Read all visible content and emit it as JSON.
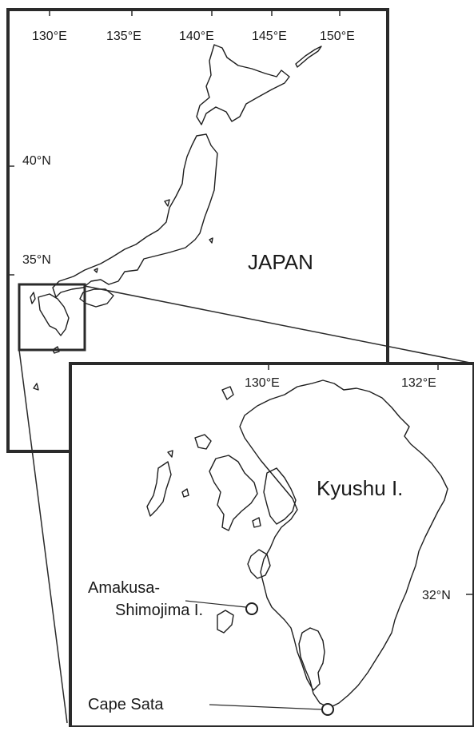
{
  "main_map": {
    "country_label": "JAPAN",
    "longitude_ticks": [
      "130°E",
      "135°E",
      "140°E",
      "145°E",
      "150°E"
    ],
    "latitude_ticks": [
      "40°N",
      "35°N"
    ]
  },
  "inset_map": {
    "island_label": "Kyushu I.",
    "longitude_ticks": [
      "130°E",
      "132°E"
    ],
    "latitude_ticks": [
      "32°N"
    ],
    "sites": [
      {
        "name_line1": "Amakusa-",
        "name_line2": "Shimojima I."
      },
      {
        "name_line1": "Cape Sata"
      }
    ]
  },
  "colors": {
    "ink": "#1a1a1a",
    "background": "#ffffff"
  }
}
